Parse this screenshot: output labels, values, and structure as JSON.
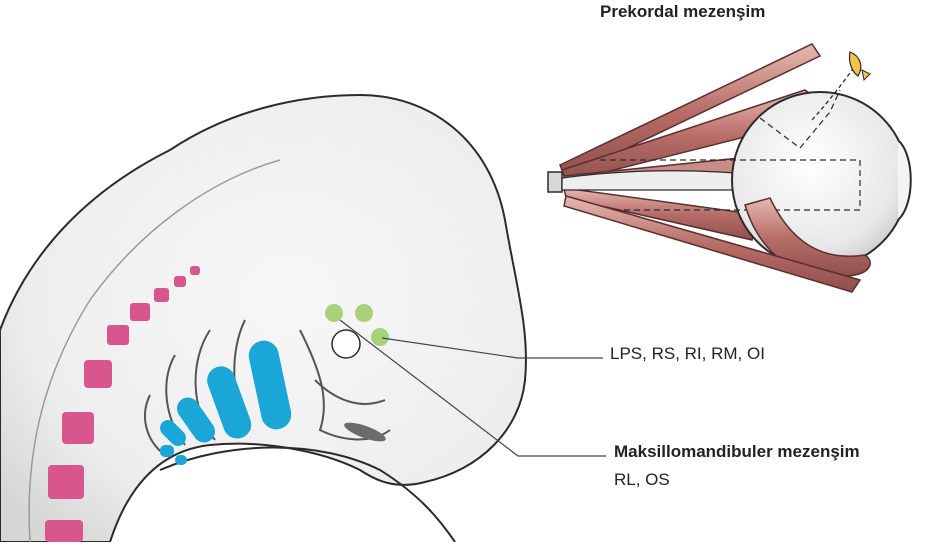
{
  "labels": {
    "prekordal_title": "Prekordal mezenşim",
    "prekordal_muscles": "LPS, RS, RI, RM, OI",
    "maksillo_title": "Maksillomandibuler mezenşim",
    "maksillo_muscles": "RL, OS"
  },
  "colors": {
    "somite_pink": "#d9558e",
    "pharyngeal_blue": "#1aa6d6",
    "prechordal_green": "#a9d17a",
    "muscle_red": "#b46a66",
    "muscle_light": "#e6b5b0",
    "tendon_yellow": "#f2c44a",
    "outline": "#2b2b2b"
  }
}
